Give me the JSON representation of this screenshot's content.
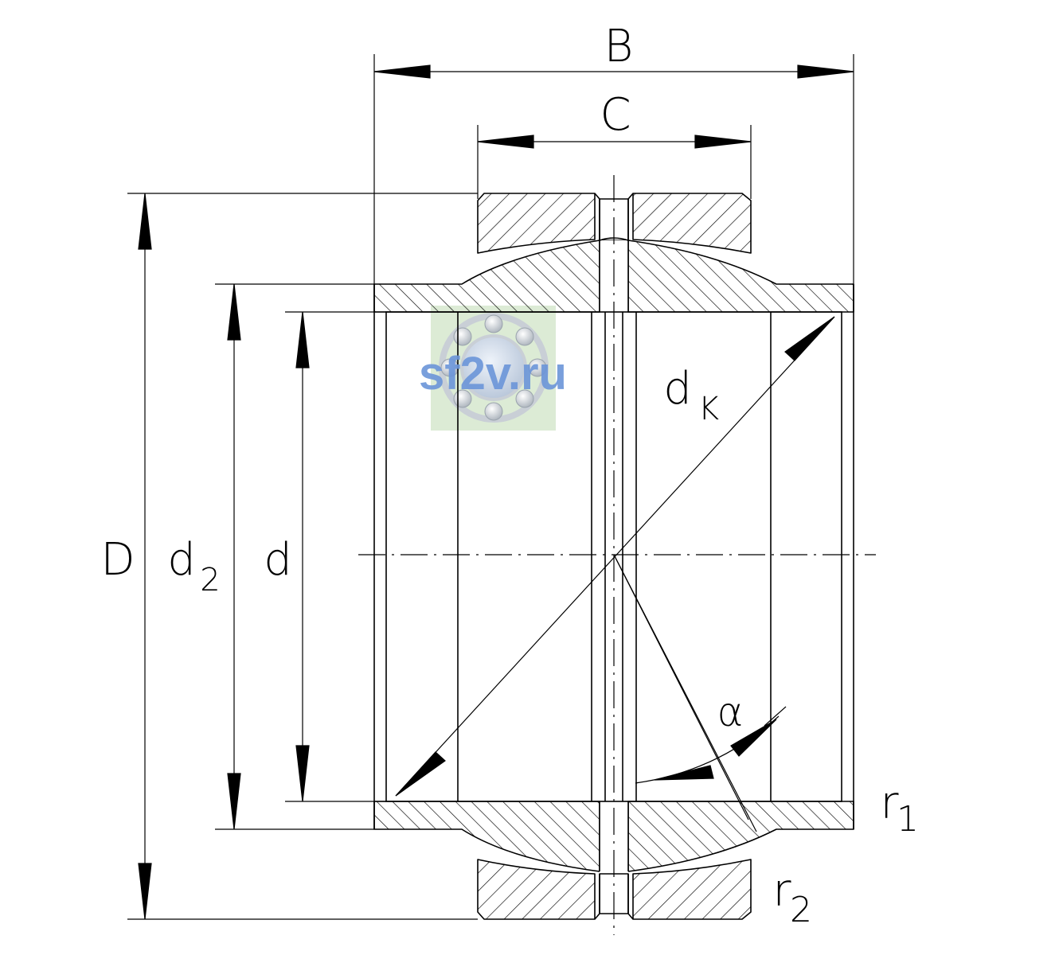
{
  "drawing": {
    "labels": {
      "B": "B",
      "C": "C",
      "D": "D",
      "d2_main": "d",
      "d2_sub": "2",
      "d": "d",
      "dk_main": "d",
      "dk_sub": "K",
      "alpha": "α",
      "r1_main": "r",
      "r1_sub": "1",
      "r2_main": "r",
      "r2_sub": "2"
    }
  },
  "watermark": {
    "text": "sf2v.ru",
    "colors": {
      "text": "#6a95d8",
      "box": "#dcebd5"
    },
    "icon": "ball-bearing-icon"
  }
}
